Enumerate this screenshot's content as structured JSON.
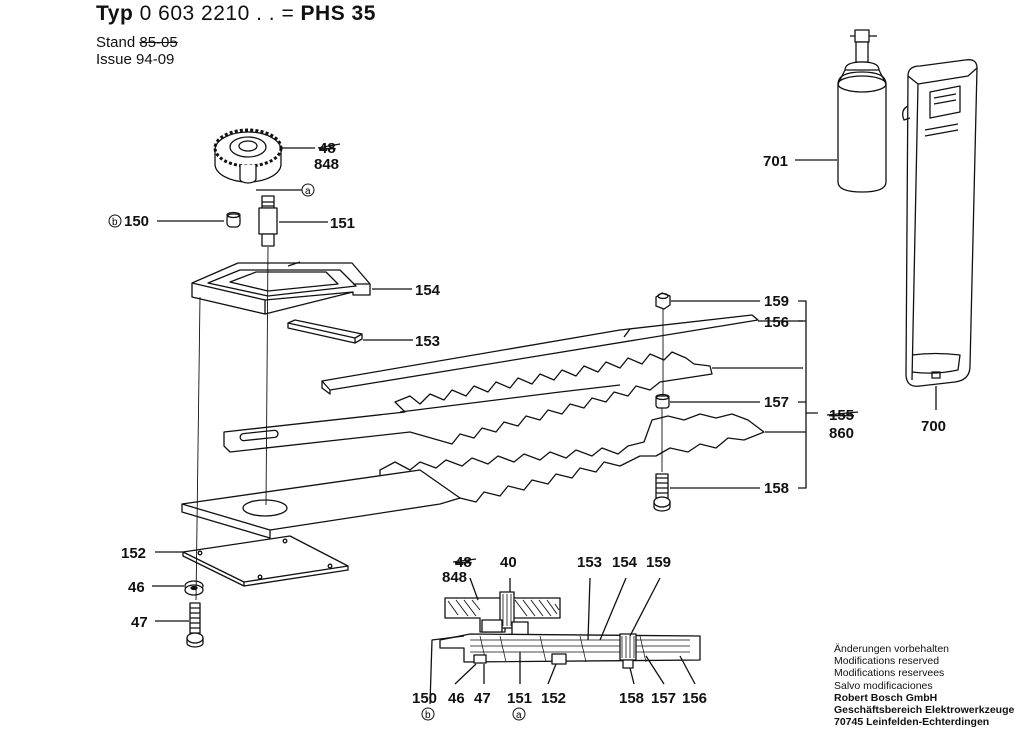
{
  "header": {
    "typ_prefix": "Typ",
    "typ_number": "0 603 221",
    "typ_suffix": "0 . .",
    "equals": "=",
    "model": "PHS 35",
    "stand_label": "Stand",
    "stand_value": "85-05",
    "issue_label": "Issue",
    "issue_value": "94-09"
  },
  "labels": {
    "p48_old": "48",
    "p848": "848",
    "pa": "a",
    "pb": "b",
    "p150": "150",
    "p151": "151",
    "p154": "154",
    "p153": "153",
    "p159": "159",
    "p156": "156",
    "p157": "157",
    "p155_old": "155",
    "p860": "860",
    "p158": "158",
    "p152": "152",
    "p46": "46",
    "p47": "47",
    "p701": "701",
    "p700": "700"
  },
  "section": {
    "top_labels": [
      "48",
      "848",
      "40",
      "153",
      "154",
      "159"
    ],
    "bottom_labels": [
      "150",
      "46",
      "47",
      "151",
      "152",
      "158",
      "157",
      "156"
    ],
    "circle_b": "b",
    "circle_a": "a"
  },
  "footer": {
    "lines": [
      "Änderungen vorbehalten",
      "Modifications reserved",
      "Modifications reservees",
      "Salvo modificaciones"
    ],
    "company": "Robert Bosch GmbH",
    "division": "Geschäftsbereich Elektrowerkzeuge",
    "address": "70745 Leinfelden-Echterdingen"
  }
}
